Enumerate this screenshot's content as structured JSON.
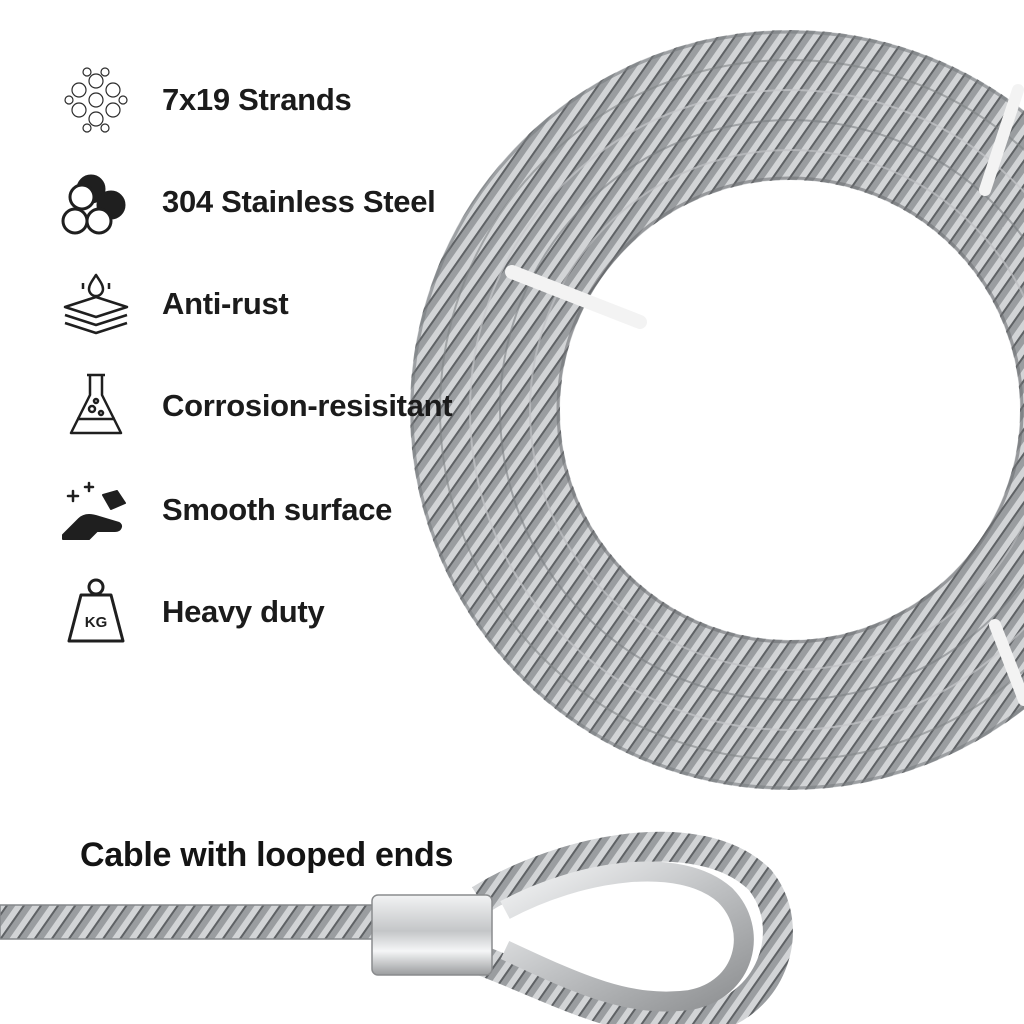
{
  "features": [
    {
      "icon": "strands-icon",
      "label": "7x19 Strands"
    },
    {
      "icon": "steel-pipes-icon",
      "label": "304 Stainless Steel"
    },
    {
      "icon": "anti-rust-layers-icon",
      "label": "Anti-rust"
    },
    {
      "icon": "flask-icon",
      "label": "Corrosion-resisitant"
    },
    {
      "icon": "polish-hand-icon",
      "label": "Smooth surface"
    },
    {
      "icon": "kg-weight-icon",
      "label": "Heavy duty"
    }
  ],
  "weight_icon_text": "KG",
  "caption": "Cable with looped ends",
  "colors": {
    "text": "#1b1b1b",
    "steel_dark": "#6e7174",
    "steel_light": "#d9dbdd",
    "background": "#ffffff"
  }
}
